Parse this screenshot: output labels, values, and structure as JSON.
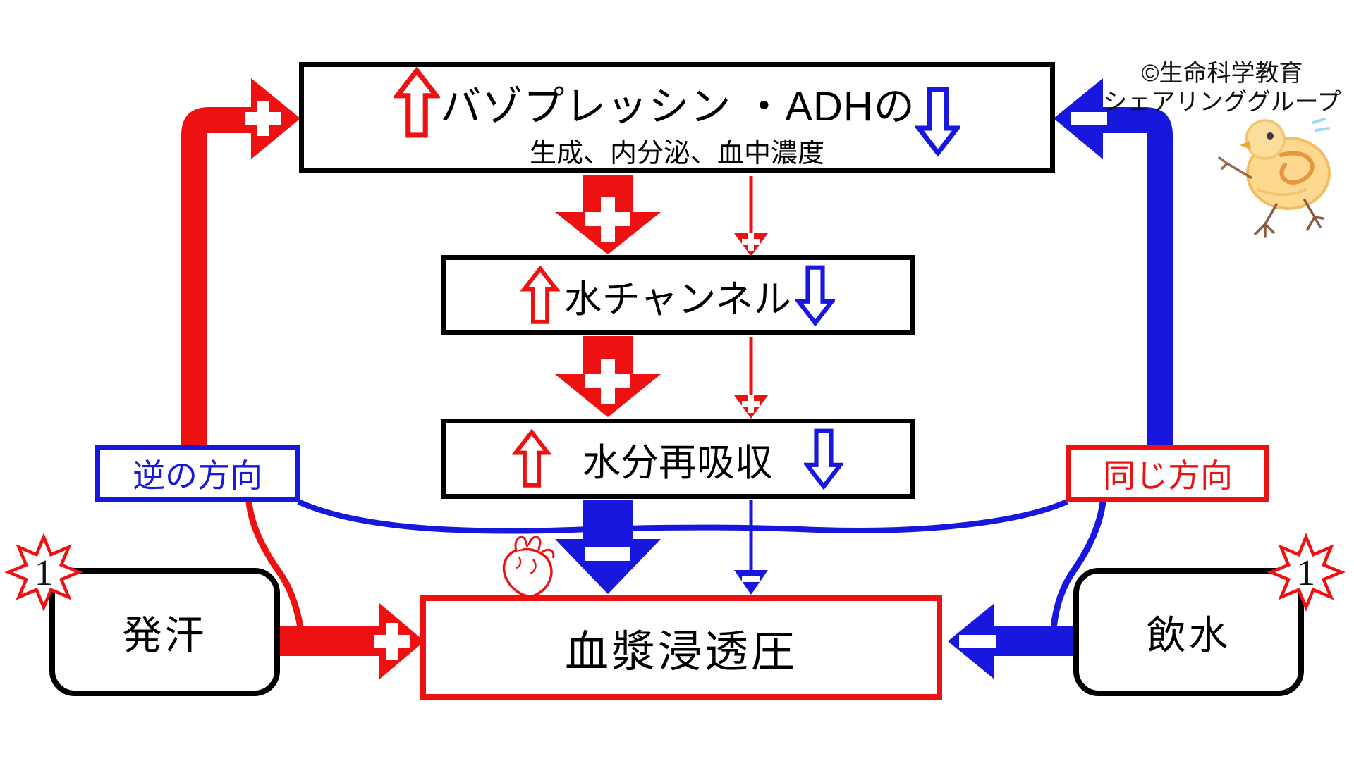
{
  "credit": {
    "line1": "©生命科学教育",
    "line2": "シェアリンググループ"
  },
  "nodes": {
    "adh": {
      "title": "バゾプレッシン ・ADHの",
      "subtitle": "生成、内分泌、血中濃度"
    },
    "water_channel": {
      "title": "水チャンネル"
    },
    "water_reabsorption": {
      "title": "水分再吸収"
    },
    "plasma_osmolality": {
      "title": "血漿浸透圧"
    },
    "sweating": {
      "title": "発汗",
      "badge": "1"
    },
    "drinking": {
      "title": "飲水",
      "badge": "1"
    }
  },
  "tags": {
    "reverse_direction": "逆の方向",
    "same_direction": "同じ方向"
  },
  "signs": {
    "increase": "+",
    "decrease": "−"
  },
  "icons": {
    "increase-arrow-icon": "⇧",
    "decrease-arrow-icon": "⇩",
    "plus-sign-icon": "＋",
    "minus-sign-icon": "－",
    "heart-icon": "♥",
    "chick-icon": "🐤",
    "starburst-icon": "✸"
  },
  "colors": {
    "increase_red": "#ee1111",
    "decrease_blue": "#1717dd",
    "node_border": "#000000",
    "background": "#ffffff"
  }
}
